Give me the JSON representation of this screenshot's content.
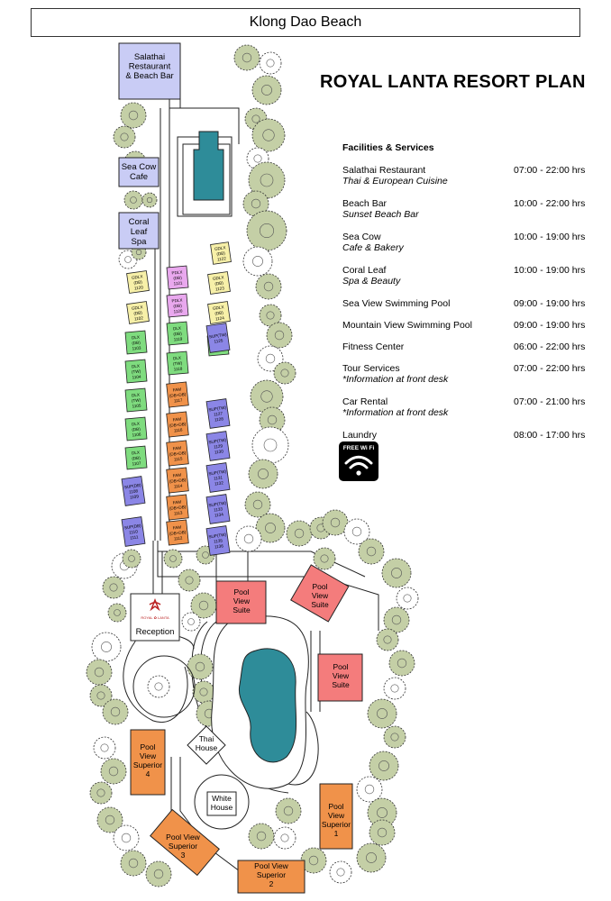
{
  "header": {
    "beach_name": "Klong Dao Beach"
  },
  "title": "ROYAL LANTA RESORT PLAN",
  "facilities": {
    "heading": "Facilities & Services",
    "items": [
      {
        "name": "Salathai Restaurant",
        "sub": "Thai & European Cuisine",
        "hours": "07:00 - 22:00 hrs"
      },
      {
        "name": "Beach Bar",
        "sub": "Sunset Beach Bar",
        "hours": "10:00 - 22:00 hrs"
      },
      {
        "name": "Sea Cow",
        "sub": "Cafe & Bakery",
        "hours": "10:00 - 19:00 hrs"
      },
      {
        "name": "Coral Leaf",
        "sub": "Spa & Beauty",
        "hours": "10:00 - 19:00 hrs"
      },
      {
        "name": "Sea View Swimming Pool",
        "sub": "",
        "hours": "09:00 - 19:00 hrs"
      },
      {
        "name": "Mountain View Swimming Pool",
        "sub": "",
        "hours": "09:00 - 19:00 hrs"
      },
      {
        "name": "Fitness Center",
        "sub": "",
        "hours": "06:00 - 22:00 hrs"
      },
      {
        "name": "Tour Services",
        "sub": "*Information at front desk",
        "hours": "07:00 - 22:00 hrs"
      },
      {
        "name": "Car Rental",
        "sub": "*Information at front desk",
        "hours": "07:00 - 21:00 hrs"
      },
      {
        "name": "Laundry",
        "sub": "",
        "hours": "08:00 - 17:00 hrs"
      }
    ]
  },
  "wifi_label": "FREE Wi Fi",
  "colors": {
    "facility_blue": "#c9ccf5",
    "pool_water": "#2e8c99",
    "pool_suite_red": "#f47c7c",
    "superior_orange": "#f0924a",
    "tree_green": "#c4cfa6",
    "gdlx_yellow": "#f7f0a8",
    "pdlx_pink": "#e9a8ee",
    "dlx_green": "#7fdc7f",
    "fam_orange": "#f0924a",
    "sup_purple": "#8b86e6"
  },
  "buildings": {
    "salathai": "Salathai|Restaurant|& Beach Bar",
    "seacow": "Sea Cow|Cafe",
    "coral": "Coral|Leaf|Spa",
    "reception": "Reception",
    "logo": "ROYAL ✿ LANTA",
    "thai_house": "Thai|House",
    "white_house": "White|House",
    "pool_view_suite": "Pool|View|Suite",
    "pool_view_superior_4": "Pool|View|Superior|4",
    "pool_view_superior_3": "Pool View|Superior|3",
    "pool_view_superior_2": "Pool View|Superior|2",
    "pool_view_superior_1": "Pool|View|Superior|1"
  },
  "rooms": {
    "gdlx": [
      {
        "type": "GDLX",
        "sub": "(DB)",
        "num": "1122"
      },
      {
        "type": "GDLX",
        "sub": "(DB)",
        "num": "1123"
      },
      {
        "type": "GDLX",
        "sub": "(DB)",
        "num": "1124"
      },
      {
        "type": "GDLX",
        "sub": "(DB)",
        "num": "1120"
      },
      {
        "type": "GDLX",
        "sub": "(DB)",
        "num": "1102"
      }
    ],
    "pdlx": [
      {
        "type": "PDLX",
        "sub": "(DB)",
        "num": "1121"
      },
      {
        "type": "PDLX",
        "sub": "(DB)",
        "num": "1120"
      }
    ],
    "dlx": [
      {
        "type": "DLX",
        "sub": "(DB)",
        "num": "1119"
      },
      {
        "type": "DLX",
        "sub": "(TW)",
        "num": "1118"
      },
      {
        "type": "DLX",
        "sub": "(DB)",
        "num": "1103"
      },
      {
        "type": "DLX",
        "sub": "(TW)",
        "num": "1104"
      },
      {
        "type": "DLX",
        "sub": "(TW)",
        "num": "1105"
      },
      {
        "type": "DLX",
        "sub": "(DB)",
        "num": "1106"
      },
      {
        "type": "DLX",
        "sub": "(DB)",
        "num": "1107"
      }
    ],
    "dlx_mid": [
      {
        "type": "DLX(DB)",
        "sub": "",
        "num": "1126"
      }
    ],
    "fam": [
      {
        "type": "FAM",
        "sub": "(DB+DB)",
        "num": "1117"
      },
      {
        "type": "FAM",
        "sub": "(DB+DB)",
        "num": "1116"
      },
      {
        "type": "FAM",
        "sub": "(DB+DB)",
        "num": "1115"
      },
      {
        "type": "FAM",
        "sub": "(DB+DB)",
        "num": "1114"
      },
      {
        "type": "FAM",
        "sub": "(DB+DB)",
        "num": "1113"
      },
      {
        "type": "FAM",
        "sub": "(DB+DB)",
        "num": "1112"
      }
    ],
    "sup_right": [
      {
        "type": "SUP(TW)",
        "sub": "",
        "num": "1125"
      },
      {
        "type": "SUP(TW)",
        "sub": "1127",
        "num": "1128"
      },
      {
        "type": "SUP(TW)",
        "sub": "1129",
        "num": "1130"
      },
      {
        "type": "SUP(TW)",
        "sub": "1131",
        "num": "1132"
      },
      {
        "type": "SUP(TW)",
        "sub": "1133",
        "num": "1134"
      },
      {
        "type": "SUP(TW)",
        "sub": "1135",
        "num": "1136"
      }
    ],
    "sup_left": [
      {
        "type": "SUP(DB)",
        "sub": "1108",
        "num": "1109"
      },
      {
        "type": "SUP(DB)",
        "sub": "1110",
        "num": "1111"
      }
    ]
  }
}
